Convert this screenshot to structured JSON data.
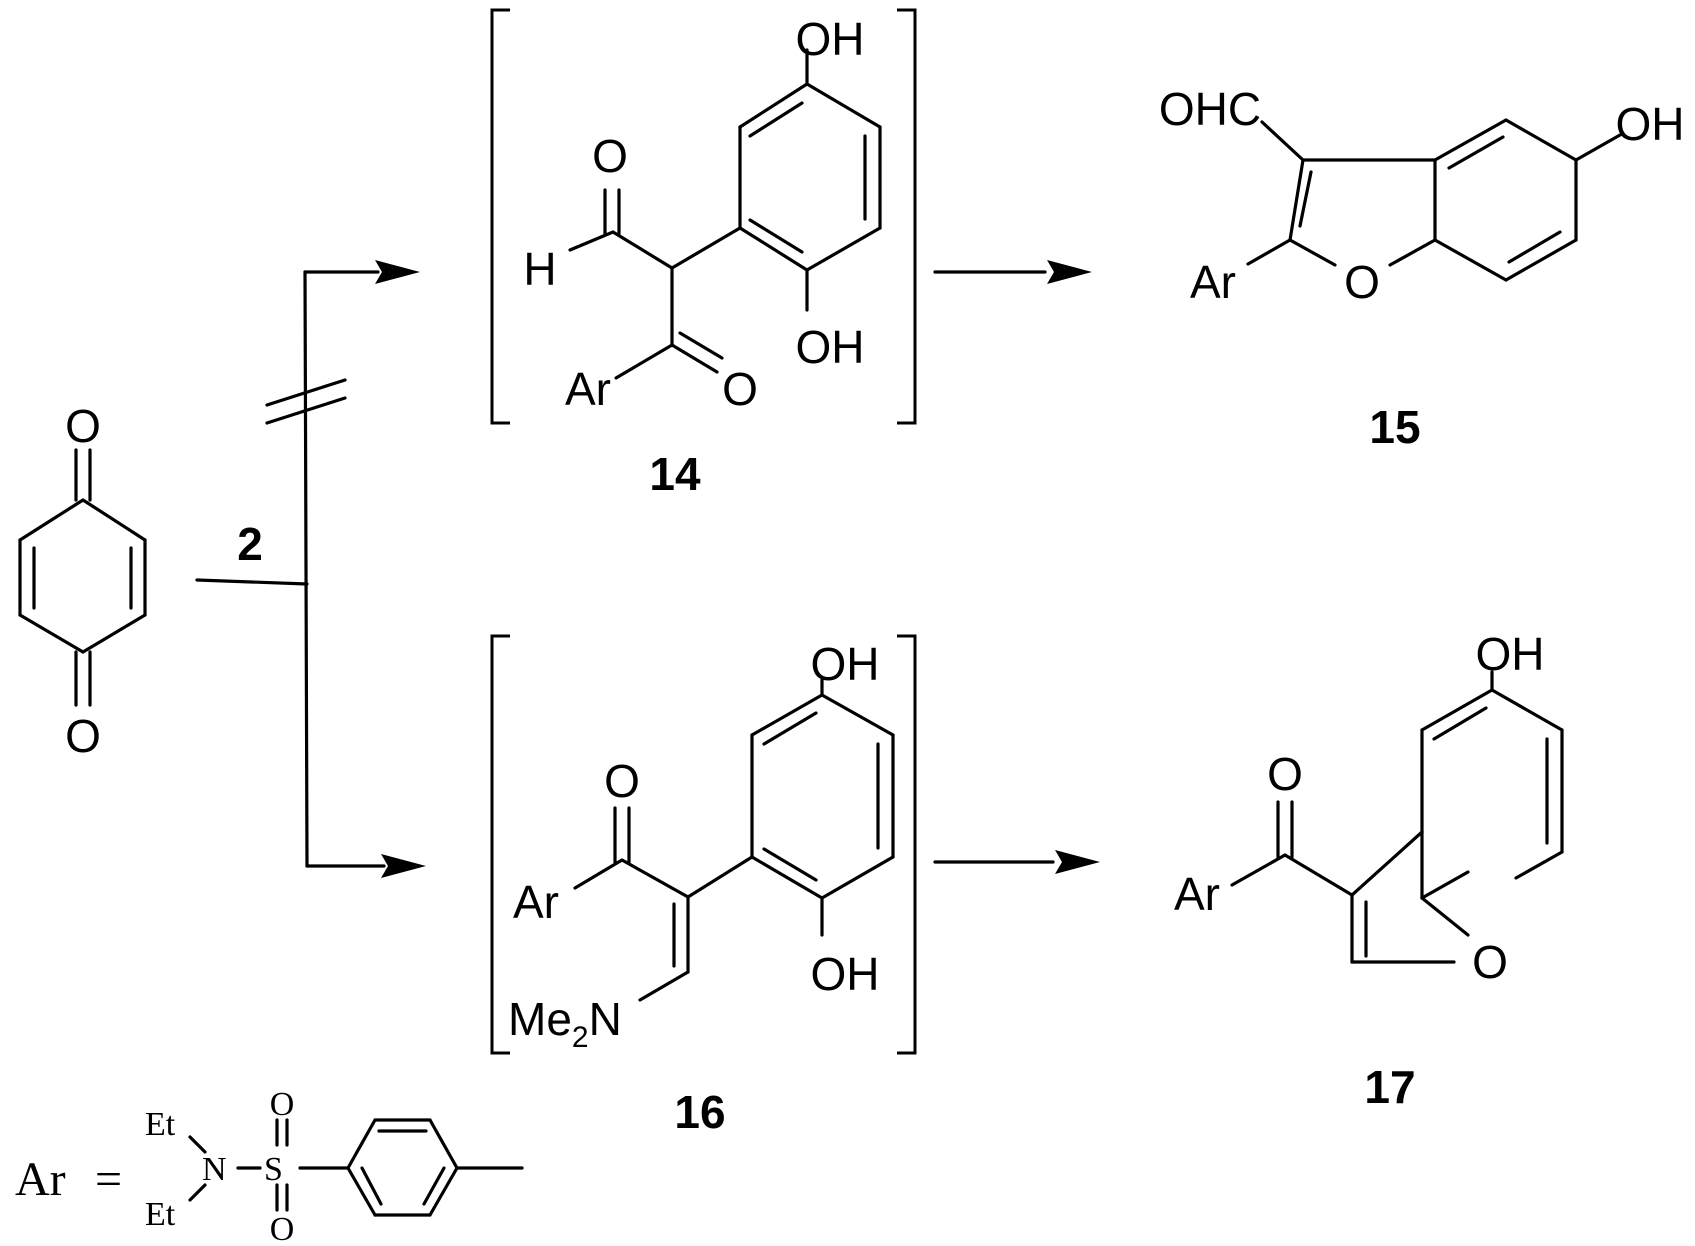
{
  "reagent_label": "2",
  "compounds": {
    "c14": {
      "label": "14",
      "atoms": {
        "oh_top": "OH",
        "carbonyl_o": "O",
        "h": "H",
        "oh_bottom": "OH",
        "ar": "Ar",
        "ketone_o": "O"
      }
    },
    "c15": {
      "label": "15",
      "atoms": {
        "ohc": "OHC",
        "oh": "OH",
        "ar": "Ar",
        "ring_o": "O"
      }
    },
    "c16": {
      "label": "16",
      "atoms": {
        "oh_top": "OH",
        "ketone_o": "O",
        "ar": "Ar",
        "oh_bottom": "OH",
        "me": "Me",
        "me_sub": "2",
        "n": "N"
      }
    },
    "c17": {
      "label": "17",
      "atoms": {
        "oh": "OH",
        "ketone_o": "O",
        "ar": "Ar",
        "ring_o": "O"
      }
    },
    "quinone": {
      "atoms": {
        "o_top": "O",
        "o_bottom": "O"
      }
    }
  },
  "ar_definition": {
    "ar": "Ar",
    "equals": "=",
    "et_top": "Et",
    "et_bottom": "Et",
    "n": "N",
    "s": "S",
    "o_top": "O",
    "o_bottom": "O"
  }
}
